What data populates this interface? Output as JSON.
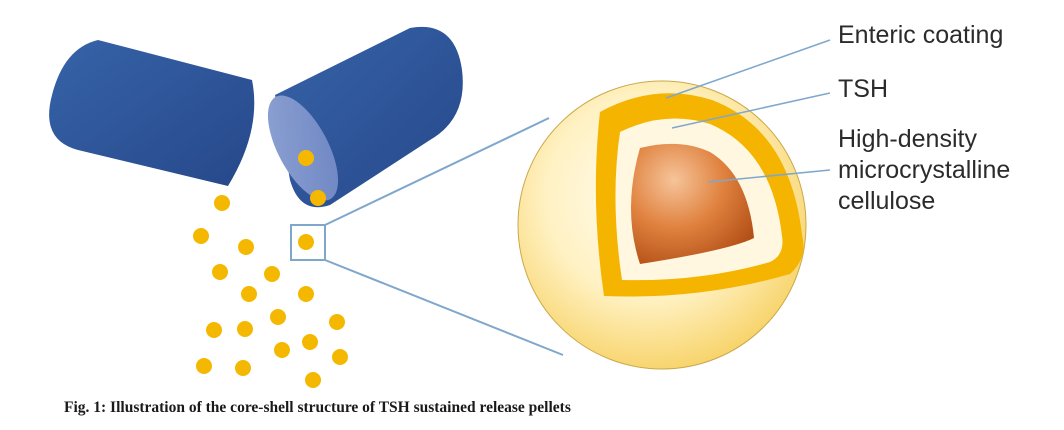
{
  "labels": {
    "enteric_coating": "Enteric coating",
    "tsh": "TSH",
    "core_line1": "High-density",
    "core_line2": "microcrystalline",
    "core_line3": "cellulose"
  },
  "caption": "Fig. 1: Illustration of the core-shell structure of TSH sustained release pellets",
  "colors": {
    "capsule": "#2f5597",
    "pellet": "#f5b800",
    "coating": "#f4b400",
    "tsh_layer": "#fff7e0",
    "core": "#d9692a",
    "leader_line": "#7fa7cc"
  }
}
